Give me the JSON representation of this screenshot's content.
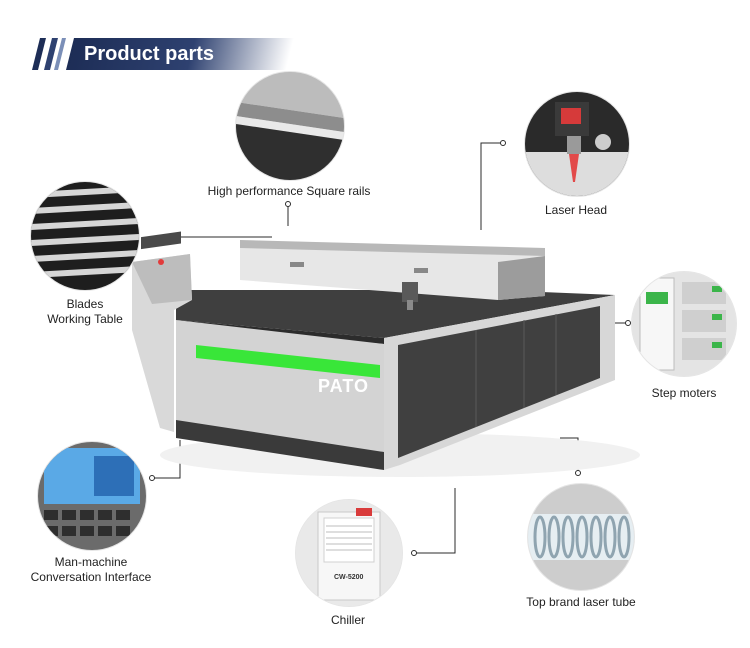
{
  "header": {
    "title": "Product parts"
  },
  "brand": {
    "logo_text": "PATO"
  },
  "parts": {
    "rails": {
      "label": "High performance Square rails"
    },
    "laser_head": {
      "label": "Laser Head"
    },
    "blades": {
      "label_line1": "Blades",
      "label_line2": "Working Table"
    },
    "step_motors": {
      "label": "Step moters"
    },
    "interface": {
      "label_line1": "Man-machine",
      "label_line2": "Conversation Interface"
    },
    "chiller": {
      "label": "Chiller",
      "model": "CW-5200"
    },
    "laser_tube": {
      "label": "Top brand laser tube"
    }
  },
  "colors": {
    "header": "#26386a",
    "green_strip": "#39e639",
    "machine_dark": "#3d3d3d",
    "machine_light": "#d3d3d3"
  }
}
